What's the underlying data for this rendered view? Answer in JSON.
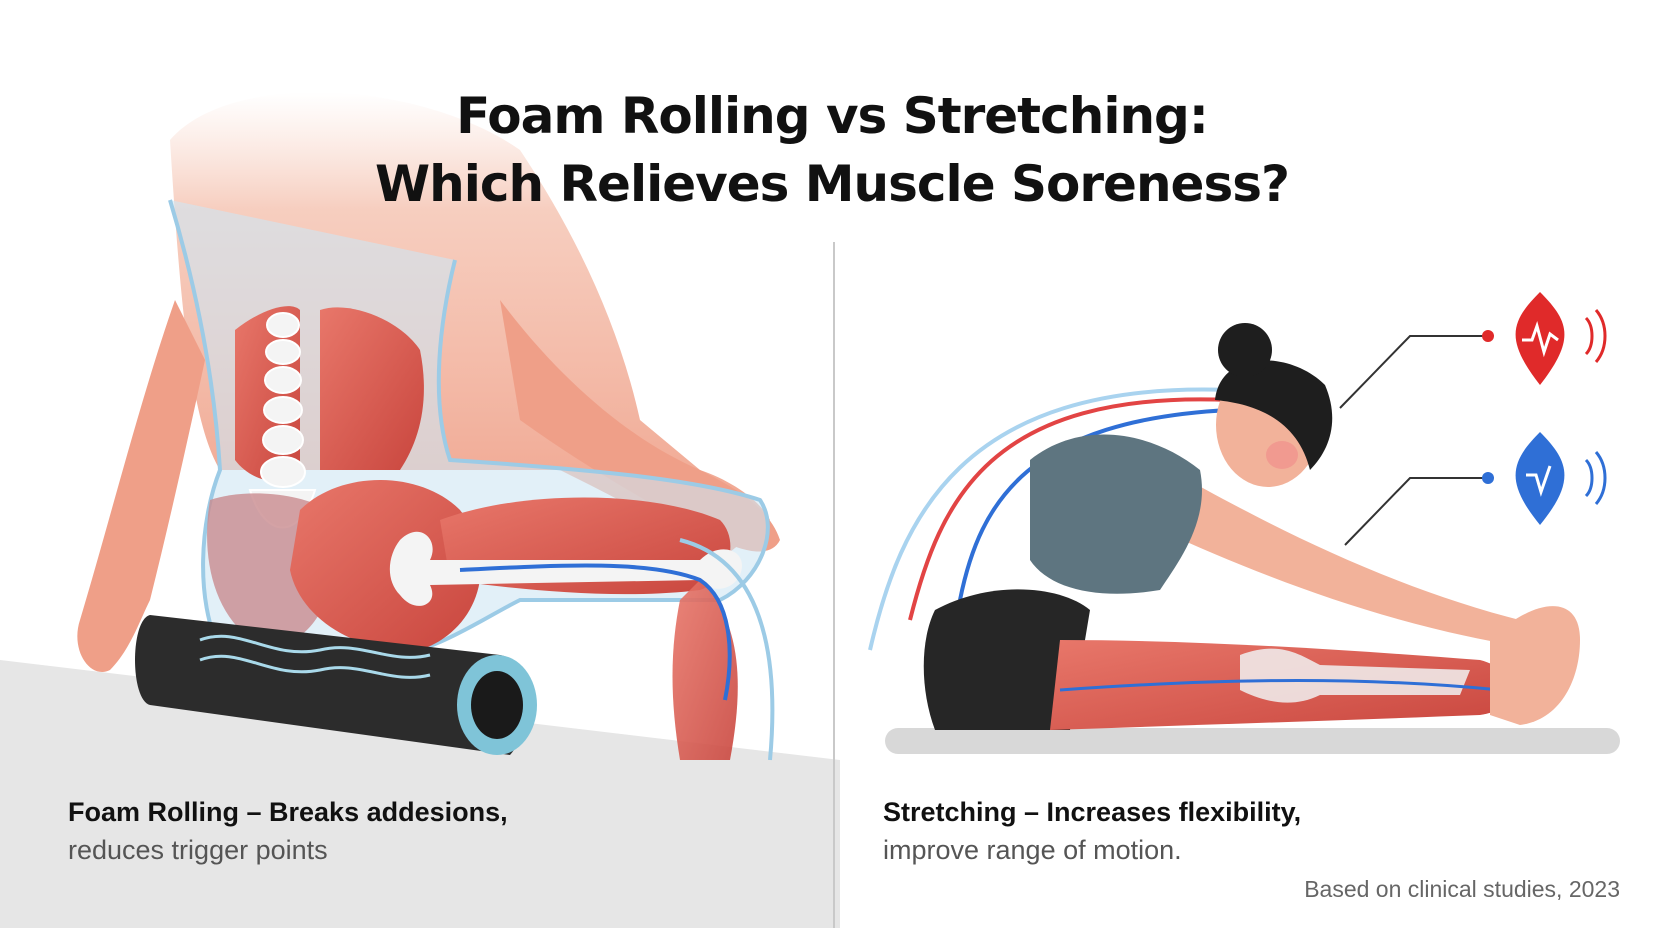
{
  "title": {
    "line1": "Foam Rolling vs Stretching:",
    "line2": "Which Relieves Muscle Soreness?"
  },
  "left_panel": {
    "caption_head": "Foam Rolling – Breaks addesions,",
    "caption_sub": "reduces trigger points"
  },
  "right_panel": {
    "caption_head": "Stretching – Increases flexibility,",
    "caption_sub": "improve range of motion."
  },
  "footer": {
    "source": "Based on clinical studies, 2023"
  },
  "icons": {
    "pain_signal": "red-heartbeat-signal-icon",
    "calm_signal": "blue-relaxation-signal-icon"
  },
  "colors": {
    "muscle": "#e06a5a",
    "skin": "#f2b29a",
    "nerve_blue": "#2f6fd6",
    "signal_red": "#e02a2a",
    "roller": "#2c2c2c",
    "roller_ring": "#7fc4d8",
    "shorts": "#262626",
    "top": "#5e7580"
  }
}
